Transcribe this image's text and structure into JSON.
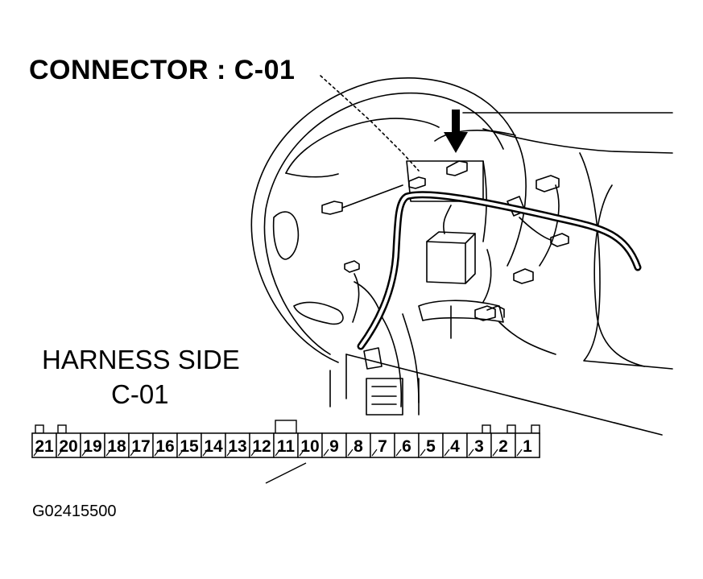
{
  "title": "CONNECTOR : C-01",
  "harness_label": "HARNESS SIDE",
  "harness_connector_id": "C-01",
  "diagram_code": "G02415500",
  "pins": [
    "21",
    "20",
    "19",
    "18",
    "17",
    "16",
    "15",
    "14",
    "13",
    "12",
    "11",
    "10",
    "9",
    "8",
    "7",
    "6",
    "5",
    "4",
    "3",
    "2",
    "1"
  ],
  "colors": {
    "line": "#000000",
    "background": "#ffffff"
  }
}
